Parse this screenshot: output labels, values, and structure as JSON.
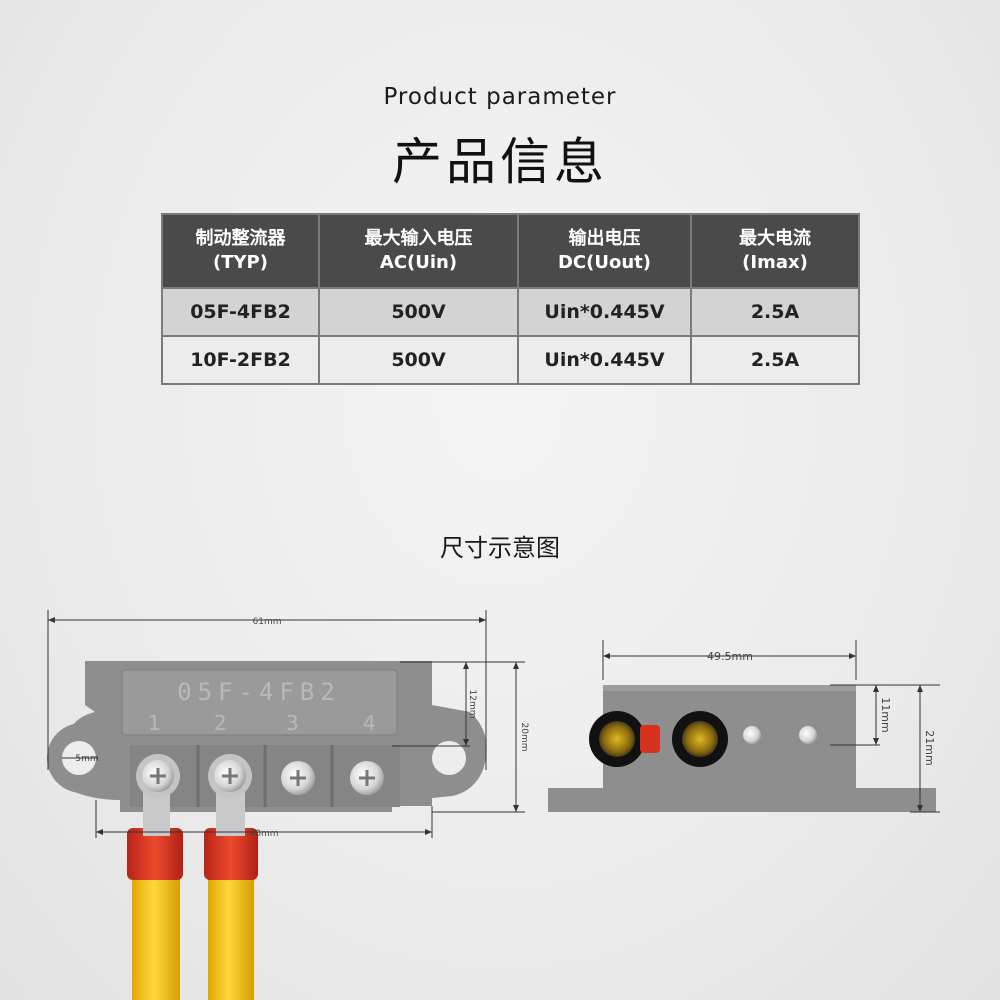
{
  "header": {
    "title_en": "Product parameter",
    "title_cn": "产品信息"
  },
  "table": {
    "headers": [
      {
        "line1": "制动整流器",
        "line2": "(TYP)"
      },
      {
        "line1": "最大输入电压",
        "line2": "AC(Uin)"
      },
      {
        "line1": "输出电压",
        "line2": "DC(Uout)"
      },
      {
        "line1": "最大电流",
        "line2": "(Imax)"
      }
    ],
    "rows": [
      [
        "05F-4FB2",
        "500V",
        "Uin*0.445V",
        "2.5A"
      ],
      [
        "10F-2FB2",
        "500V",
        "Uin*0.445V",
        "2.5A"
      ]
    ]
  },
  "diagram": {
    "title": "尺寸示意图",
    "front": {
      "plate_text": "05F-4FB2",
      "terminal_numbers": [
        "1",
        "2",
        "3",
        "4"
      ],
      "dim_width": "61mm",
      "dim_height": "20mm",
      "dim_inner": "12mm",
      "dim_hole": "5mm",
      "dim_pitch": "40mm"
    },
    "side": {
      "dim_width": "49.5mm",
      "dim_height": "21mm",
      "dim_inner": "11mm"
    }
  },
  "colors": {
    "body_gray": "#8e8e8e",
    "header_bg": "#4a4a4a",
    "sleeve_red": "#d8321e",
    "wire_yellow": "#f3c414"
  }
}
